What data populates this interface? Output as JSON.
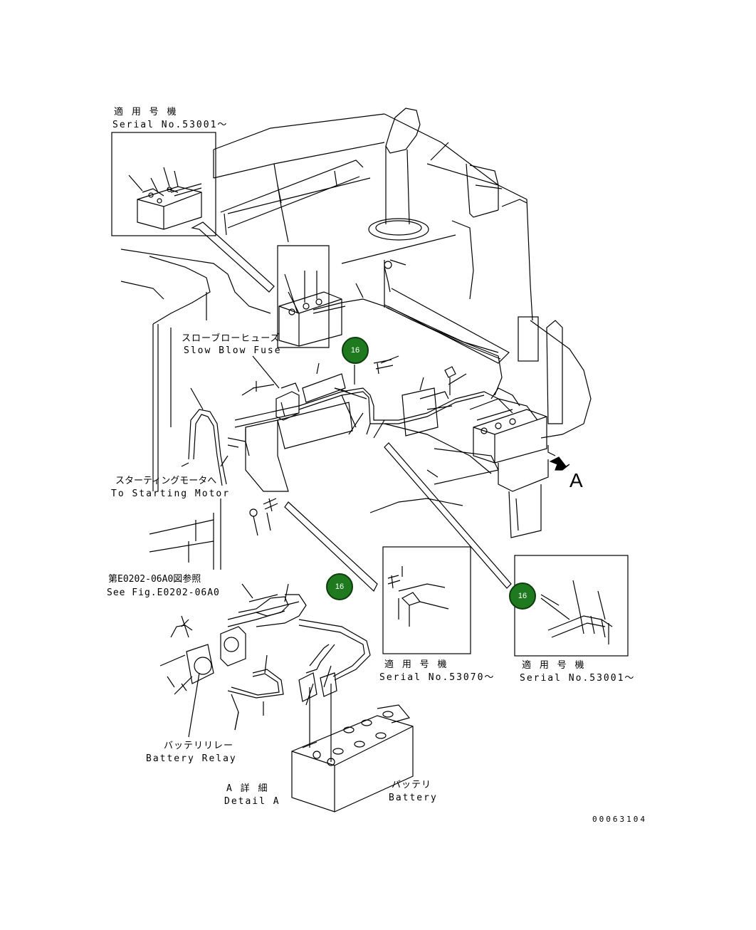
{
  "labels": {
    "serial_a_jp": "適 用 号 機",
    "serial_a_en": "Serial No.53001～",
    "slow_blow_jp": "スローブローヒューズ",
    "slow_blow_en": "Slow Blow Fuse",
    "starting_motor_jp": "スターティングモータへ",
    "starting_motor_en": "To Starting Motor",
    "see_fig_jp": "第E0202-06A0図参照",
    "see_fig_en": "See Fig.E0202-06A0",
    "serial_b_jp": "適 用 号 機",
    "serial_b_en": "Serial No.53070～",
    "serial_c_jp": "適 用 号 機",
    "serial_c_en": "Serial No.53001～",
    "battery_relay_jp": "バッテリリレー",
    "battery_relay_en": "Battery Relay",
    "detail_jp": "A 詳 細",
    "detail_en": "Detail A",
    "battery_jp": "バッテリ",
    "battery_en": "Battery",
    "view_letter": "A",
    "doc_number": "00063104"
  },
  "callouts": [
    "16",
    "16",
    "16"
  ],
  "colors": {
    "callout_fill": "#1f7a1f",
    "line": "#000000",
    "background": "#ffffff"
  }
}
